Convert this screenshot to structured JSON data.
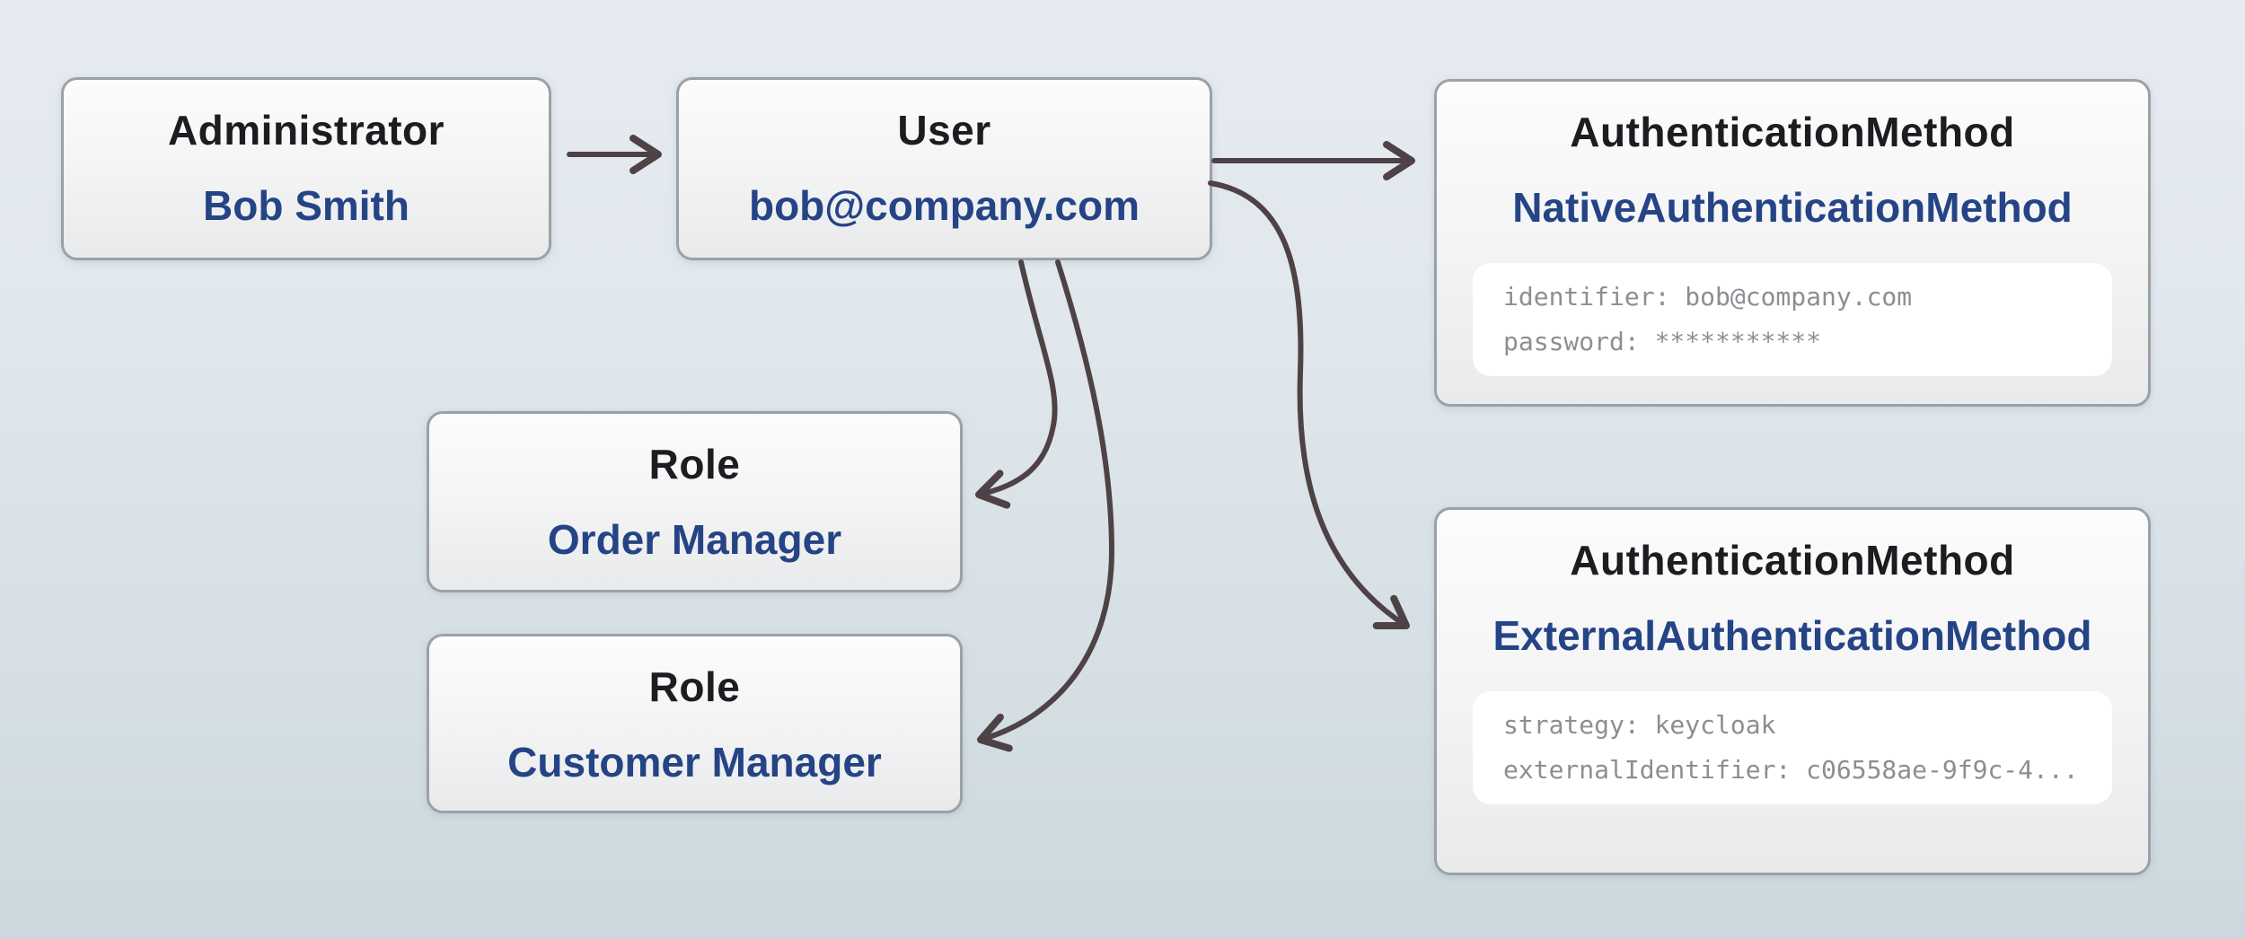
{
  "nodes": [
    {
      "id": "administrator",
      "type_label": "Administrator",
      "value": "Bob Smith"
    },
    {
      "id": "user",
      "type_label": "User",
      "value": "bob@company.com"
    },
    {
      "id": "native-authentication-method",
      "type_label": "AuthenticationMethod",
      "value": "NativeAuthenticationMethod",
      "properties": [
        "identifier: bob@company.com",
        "password: ***********"
      ]
    },
    {
      "id": "role-order-manager",
      "type_label": "Role",
      "value": "Order Manager"
    },
    {
      "id": "role-customer-manager",
      "type_label": "Role",
      "value": "Customer Manager"
    },
    {
      "id": "external-authentication-method",
      "type_label": "AuthenticationMethod",
      "value": "ExternalAuthenticationMethod",
      "properties": [
        "strategy: keycloak",
        "externalIdentifier: c06558ae-9f9c-4..."
      ]
    }
  ],
  "relationships": [
    {
      "from": "administrator",
      "to": "user"
    },
    {
      "from": "user",
      "to": "native-authentication-method"
    },
    {
      "from": "user",
      "to": "external-authentication-method"
    },
    {
      "from": "user",
      "to": "role-order-manager"
    },
    {
      "from": "user",
      "to": "role-customer-manager"
    }
  ],
  "colors": {
    "background_top": "#e6ebf1",
    "background_bottom": "#ccd8dd",
    "box_border": "#9aa2a8",
    "box_fill_top": "#fcfcfd",
    "box_fill_bottom": "#e9eaeb",
    "title_text": "#1c1d20",
    "value_text": "#254486",
    "property_text": "#8b8f93",
    "arrow": "#4e4246",
    "panel_background": "#ffffff"
  }
}
